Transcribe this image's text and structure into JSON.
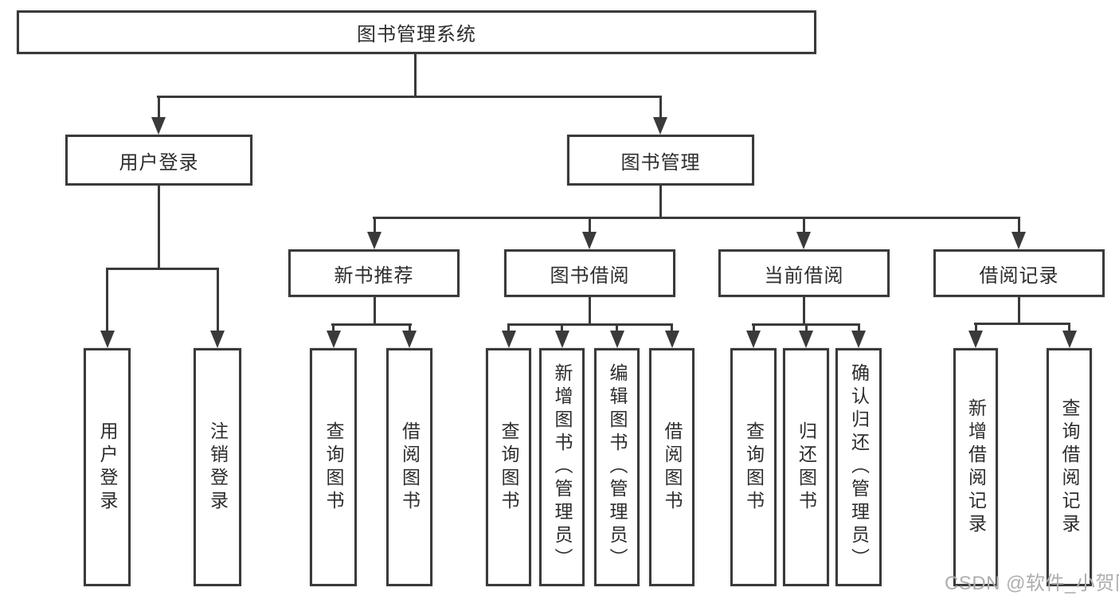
{
  "diagram": {
    "root": {
      "label": "图书管理系统"
    },
    "level1": [
      {
        "label": "用户登录"
      },
      {
        "label": "图书管理"
      }
    ],
    "level2": [
      {
        "label": "新书推荐"
      },
      {
        "label": "图书借阅"
      },
      {
        "label": "当前借阅"
      },
      {
        "label": "借阅记录"
      }
    ],
    "leaves": {
      "user_login": [
        {
          "label": "用户登录"
        },
        {
          "label": "注销登录"
        }
      ],
      "new_book": [
        {
          "label": "查询图书"
        },
        {
          "label": "借阅图书"
        }
      ],
      "book_borrow": [
        {
          "label": "查询图书"
        },
        {
          "label": "新增图书（管理员）"
        },
        {
          "label": "编辑图书（管理员）"
        },
        {
          "label": "借阅图书"
        }
      ],
      "current_borrow": [
        {
          "label": "查询图书"
        },
        {
          "label": "归还图书"
        },
        {
          "label": "确认归还（管理员）"
        }
      ],
      "borrow_record": [
        {
          "label": "新增借阅记录"
        },
        {
          "label": "查询借阅记录"
        }
      ]
    },
    "watermark": "CSDN @软件_小贺同学",
    "colors": {
      "line": "#3a3a3a",
      "text": "#2d2d2d",
      "watermark": "#aeaeae",
      "background": "#ffffff"
    }
  }
}
